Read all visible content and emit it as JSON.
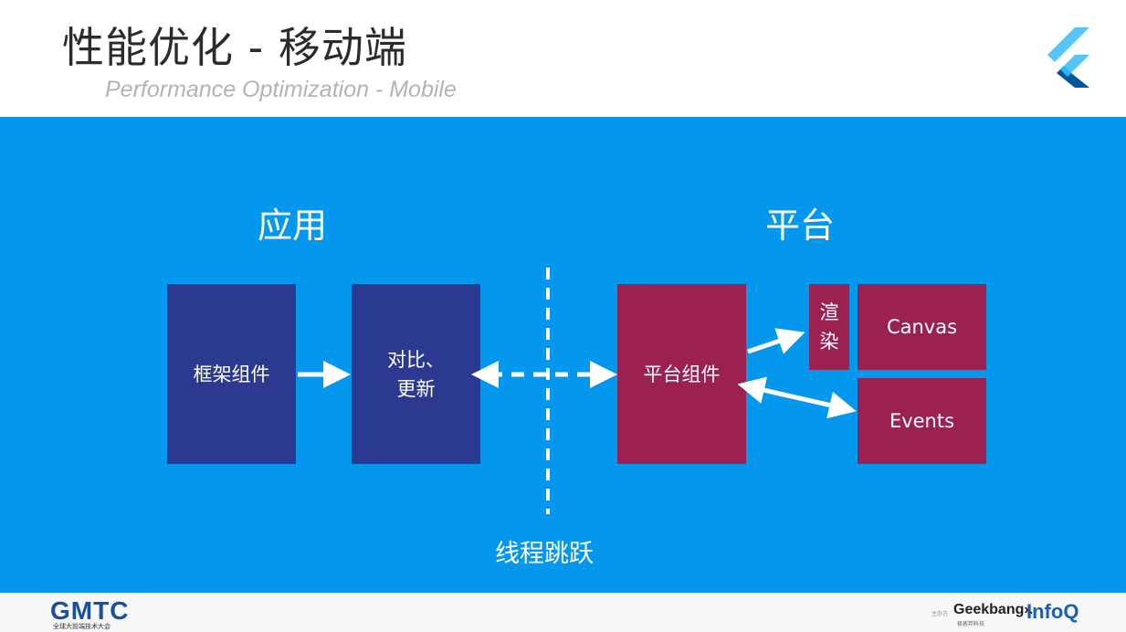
{
  "header": {
    "title": "性能优化 - 移动端",
    "subtitle": "Performance Optimization - Mobile"
  },
  "diagram": {
    "app_heading": "应用",
    "platform_heading": "平台",
    "boxes": {
      "framework_widget": "框架组件",
      "diff_update": "对比、\n更新",
      "platform_widget": "平台组件",
      "render": "渲\n染",
      "canvas": "Canvas",
      "events": "Events"
    },
    "divider_caption": "线程跳跃"
  },
  "footer": {
    "conference_logo": "GMTC",
    "conference_subtitle": "全球大前端技术大会",
    "sponsor_prefix": "主办方",
    "geekbang": "Geekbang›.",
    "geekbang_subtitle": "极客邦科技",
    "infoq": "InfoQ"
  },
  "colors": {
    "panel_bg": "#0497ee",
    "app_box": "#2b3990",
    "platform_box": "#9b2150",
    "title_text": "#2b2b2b",
    "subtitle_text": "#b3b3b3"
  },
  "icons": {
    "logo": "flutter-logo-icon"
  }
}
